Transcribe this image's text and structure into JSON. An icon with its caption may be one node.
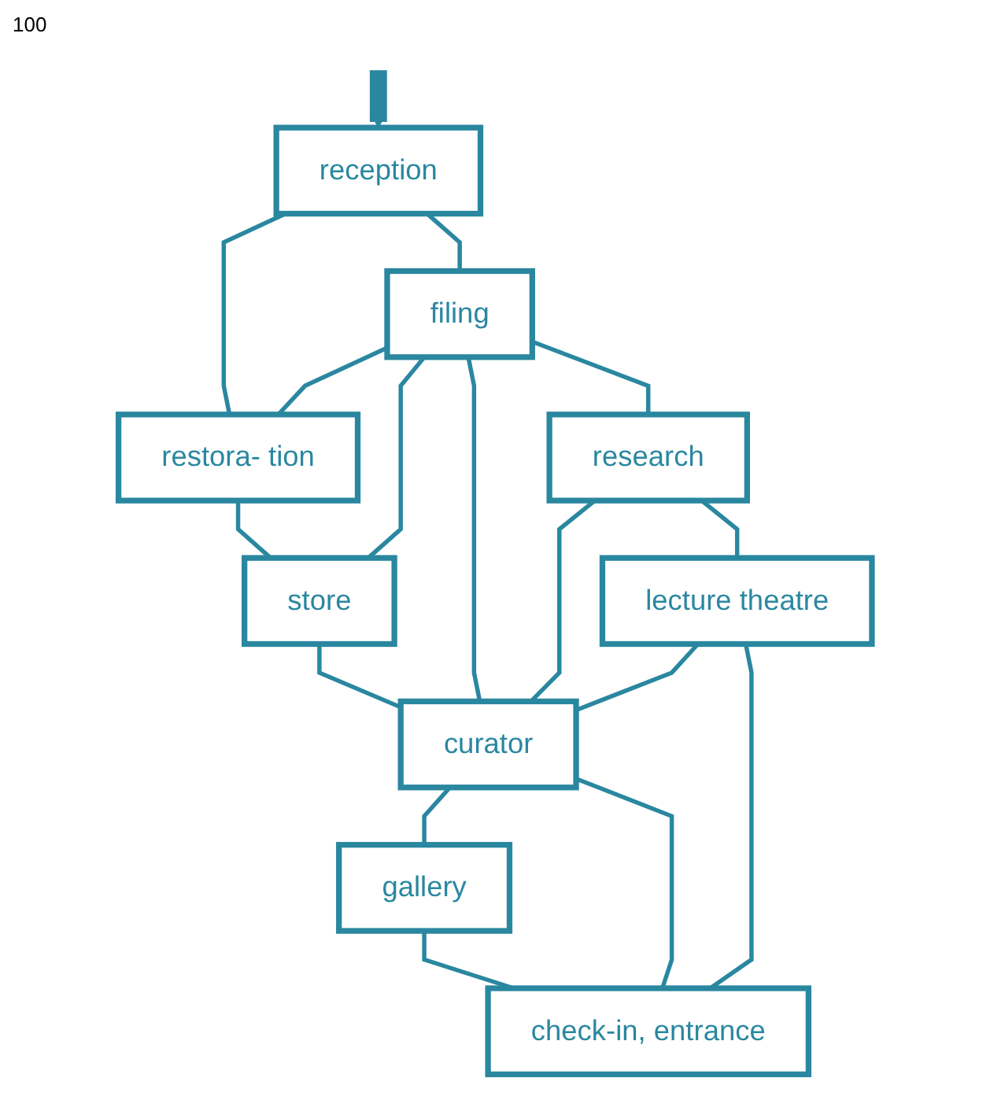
{
  "diagram": {
    "nodes": [
      {
        "text": [
          "reception"
        ]
      },
      {
        "text": [
          "restora- tion"
        ]
      },
      {
        "text": [
          "filing"
        ]
      },
      {
        "text": [
          "store"
        ]
      },
      {
        "text": [
          "research"
        ]
      },
      {
        "text": [
          "curator"
        ]
      },
      {
        "text": [
          "lecture theatre"
        ]
      },
      {
        "text": [
          "gallery"
        ]
      },
      {
        "text": [
          "check-in, entrance"
        ]
      }
    ],
    "edges": [
      {
        "from": null,
        "to": 0,
        "arrow": "to",
        "style": "thick"
      },
      {
        "from": 0,
        "to": 1,
        "arrow": "none"
      },
      {
        "from": 0,
        "to": 2,
        "arrow": "none"
      },
      {
        "from": 2,
        "to": 1,
        "arrow": "none"
      },
      {
        "from": 1,
        "to": 3,
        "arrow": "none"
      },
      {
        "from": 2,
        "to": 3,
        "arrow": "none"
      },
      {
        "from": 2,
        "to": 5,
        "arrow": "none"
      },
      {
        "from": 2,
        "to": 4,
        "arrow": "none"
      },
      {
        "from": 3,
        "to": 5,
        "arrow": "none"
      },
      {
        "from": 4,
        "to": 5,
        "arrow": "none"
      },
      {
        "from": 4,
        "to": 6,
        "arrow": "none"
      },
      {
        "from": 6,
        "to": 5,
        "arrow": "none"
      },
      {
        "from": 5,
        "to": 7,
        "arrow": "none"
      },
      {
        "from": 8,
        "to": 5,
        "arrow": "none"
      },
      {
        "from": 6,
        "to": 8,
        "arrow": "none"
      },
      {
        "from": 7,
        "to": 8,
        "arrow": "none"
      }
    ],
    "labels": [
      "100"
    ]
  }
}
